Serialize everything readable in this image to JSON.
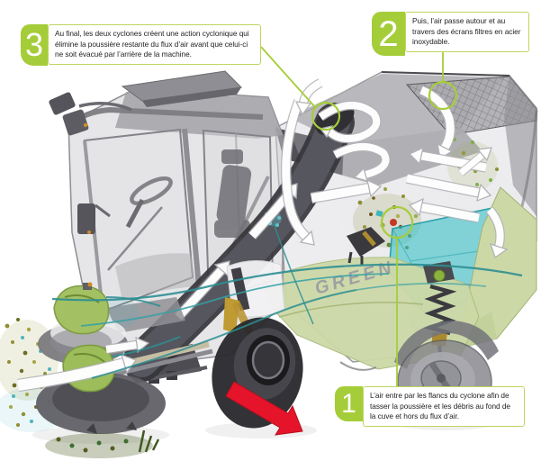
{
  "logo_text": "GREEN",
  "colors": {
    "accent": "#a5cd39",
    "accent_light": "#bdd65e",
    "exhaust_red": "#e5142a",
    "tank_teal": "#38c2c8",
    "body_green": "#ccd8a6"
  },
  "callouts": [
    {
      "number": "3",
      "text": "Au final, les deux cyclones créent une action cyclonique qui élimine la poussière restante du flux d’air avant que celui-ci ne soit évacué par l’arrière de la machine."
    },
    {
      "number": "2",
      "text": "Puis, l’air passe autour et au travers des écrans filtres en acier inoxydable."
    },
    {
      "number": "1",
      "text": "L’air entre par les flancs du cyclone afin de tasser la poussière et les débris au fond de la cuve et hors du flux d’air."
    }
  ]
}
